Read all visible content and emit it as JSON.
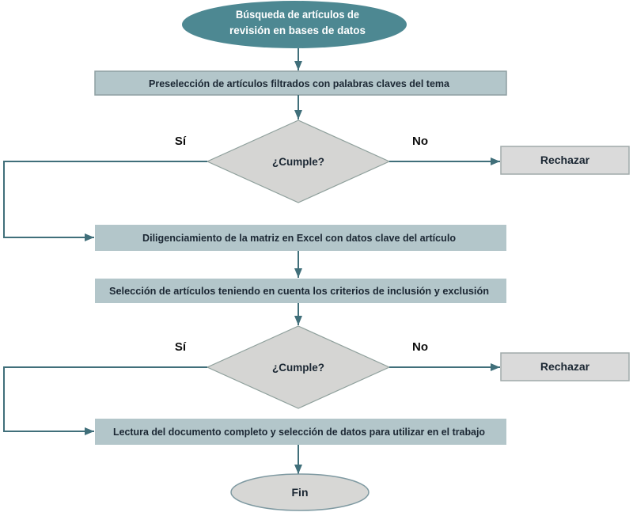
{
  "flow": {
    "start": {
      "line1": "Búsqueda de artículos de",
      "line2": "revisión en bases de datos"
    },
    "step1": "Preselección de artículos filtrados con palabras claves del tema",
    "decision1": {
      "question": "¿Cumple?",
      "yes_label": "Sí",
      "no_label": "No",
      "reject_label": "Rechazar"
    },
    "step2": "Diligenciamiento de la matriz en Excel con datos clave del artículo",
    "step3": "Selección de artículos teniendo en cuenta los criterios de inclusión y exclusión",
    "decision2": {
      "question": "¿Cumple?",
      "yes_label": "Sí",
      "no_label": "No",
      "reject_label": "Rechazar"
    },
    "step4": "Lectura del documento completo y selección de datos para utilizar en el trabajo",
    "end": "Fin"
  },
  "colors": {
    "start_fill": "#4d8892",
    "start_text": "#ffffff",
    "process_fill": "#b3c6ca",
    "decision_fill": "#d5d5d3",
    "reject_fill": "#dadada",
    "end_fill": "#d7d7d5",
    "line": "#406f7a",
    "text": "#1b2733"
  }
}
